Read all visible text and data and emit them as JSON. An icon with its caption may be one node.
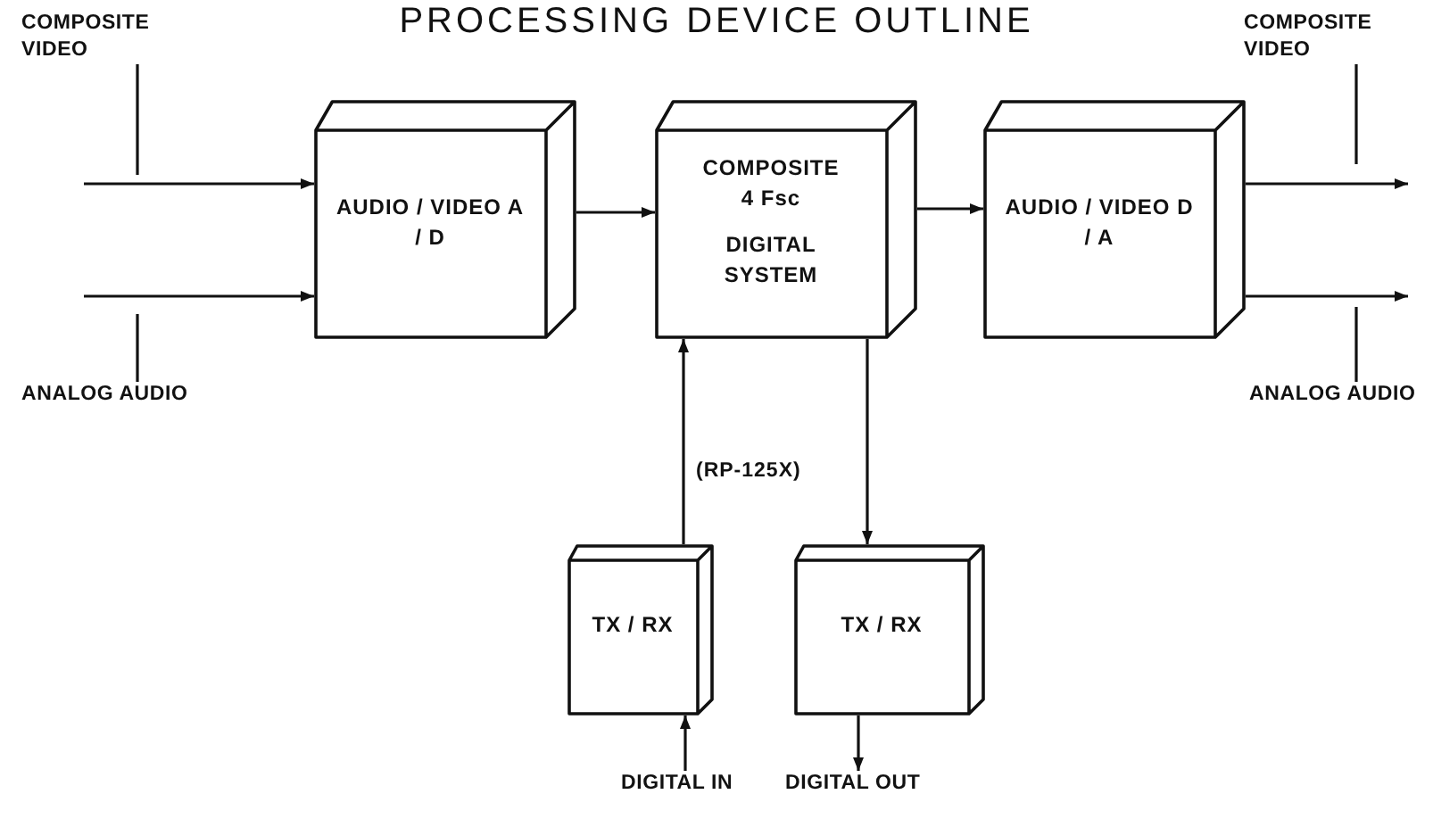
{
  "diagram": {
    "title": "PROCESSING DEVICE OUTLINE",
    "nodes": [
      {
        "text": [
          "COMPOSITE VIDEO"
        ]
      },
      {
        "text": [
          "ANALOG AUDIO"
        ]
      },
      {
        "text": [
          "AUDIO / VIDEO A / D"
        ]
      },
      {
        "text": [
          "COMPOSITE 4 Fsc",
          "DIGITAL SYSTEM"
        ]
      },
      {
        "text": [
          "AUDIO / VIDEO D / A"
        ]
      },
      {
        "text": [
          "COMPOSITE VIDEO"
        ]
      },
      {
        "text": [
          "ANALOG AUDIO"
        ]
      },
      {
        "text": [
          "TX / RX"
        ]
      },
      {
        "text": [
          "TX / RX"
        ]
      },
      {
        "text": [
          "DIGITAL IN"
        ]
      },
      {
        "text": [
          "DIGITAL OUT"
        ]
      }
    ],
    "edges": [
      {
        "from": null,
        "to": 2,
        "arrow": "to"
      },
      {
        "from": null,
        "to": 2,
        "arrow": "to"
      },
      {
        "from": 0,
        "to": null,
        "arrow": "none"
      },
      {
        "from": 1,
        "to": null,
        "arrow": "none"
      },
      {
        "from": 2,
        "to": 3,
        "arrow": "to"
      },
      {
        "from": 3,
        "to": 4,
        "arrow": "to"
      },
      {
        "from": 4,
        "to": null,
        "arrow": "to"
      },
      {
        "from": 4,
        "to": null,
        "arrow": "to"
      },
      {
        "from": 5,
        "to": null,
        "arrow": "none"
      },
      {
        "from": 6,
        "to": null,
        "arrow": "none"
      },
      {
        "from": 7,
        "to": 3,
        "label": "(RP-125X)",
        "arrow": "to"
      },
      {
        "from": 3,
        "to": 8,
        "arrow": "to"
      },
      {
        "from": 9,
        "to": 7,
        "arrow": "to"
      },
      {
        "from": 8,
        "to": 10,
        "arrow": "to"
      }
    ]
  }
}
